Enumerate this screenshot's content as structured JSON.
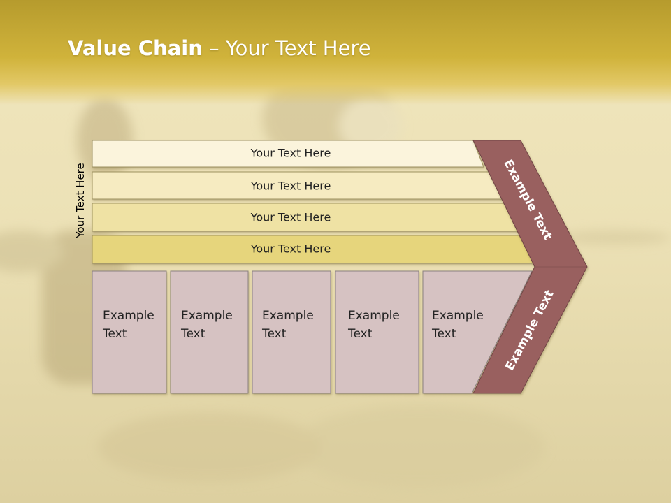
{
  "slide": {
    "title_bold": "Value Chain",
    "title_rest": " – Your Text Here",
    "side_label": "Your Text Here"
  },
  "bars": [
    {
      "label": "Your Text Here",
      "color": "#fbf4dc"
    },
    {
      "label": "Your Text Here",
      "color": "#f6ebc1"
    },
    {
      "label": "Your Text Here",
      "color": "#efe2a4"
    },
    {
      "label": "Your Text Here",
      "color": "#e6d57b"
    }
  ],
  "boxes": [
    {
      "line1": "Example",
      "line2": "Text"
    },
    {
      "line1": "Example",
      "line2": "Text"
    },
    {
      "line1": "Example",
      "line2": "Text"
    },
    {
      "line1": "Example",
      "line2": "Text"
    },
    {
      "line1": "Example",
      "line2": "Text"
    }
  ],
  "arrow": {
    "upper_label": "Example Text",
    "lower_label": "Example Text",
    "color": "#99605f"
  },
  "colors": {
    "box_fill": "#d6c2c2",
    "title_band": "#d0b33b"
  }
}
